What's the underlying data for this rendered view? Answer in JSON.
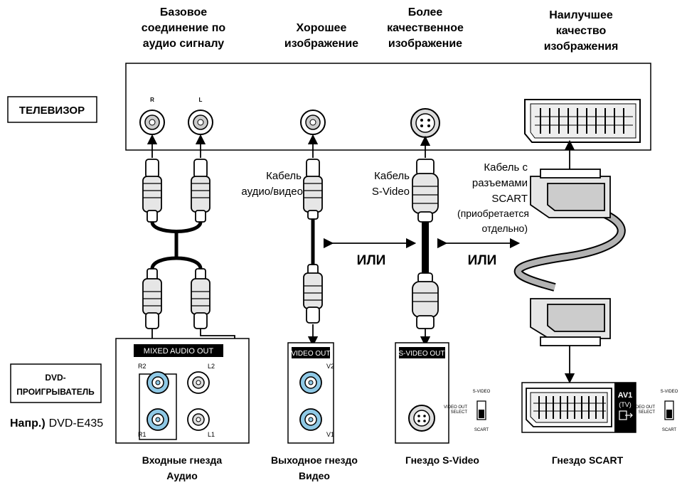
{
  "headers": {
    "audio": [
      "Базовое",
      "соединение по",
      "аудио сигналу"
    ],
    "video": [
      "Хорошее",
      "изображение"
    ],
    "svideo": [
      "Более",
      "качественное",
      "изображение"
    ],
    "scart": [
      "Наилучшее",
      "качество",
      "изображения"
    ]
  },
  "tv_label": "ТЕЛЕВИЗОР",
  "dvd_label": [
    "DVD-",
    "ПРОИГРЫВАТЕЛЬ"
  ],
  "example": {
    "prefix": "Напр.)",
    "model": "DVD-E435"
  },
  "tv_jacks": {
    "right": "R",
    "left": "L"
  },
  "cables": {
    "av": [
      "Кабель",
      "аудио/видео"
    ],
    "svideo": [
      "Кабель",
      "S-Video"
    ],
    "scart": [
      "Кабель с",
      "разъемами",
      "SCART",
      "(приобретается",
      "отдельно)"
    ]
  },
  "or_label": "ИЛИ",
  "panels": {
    "mixed_audio_out": "MIXED AUDIO OUT",
    "jack_r2": "R2",
    "jack_l2": "L2",
    "jack_r1": "R1",
    "jack_l1": "L1",
    "video_out": "VIDEO OUT",
    "jack_v2": "V2",
    "jack_v1": "V1",
    "svideo_out": "S-VIDEO OUT",
    "av1": "AV1",
    "av1_tv": "(TV)"
  },
  "switch": {
    "top": "S-VIDEO",
    "label": [
      "VIDEO OUT",
      "SELECT"
    ],
    "bottom": "SCART"
  },
  "captions": {
    "audio": [
      "Входные гнезда",
      "Аудио"
    ],
    "video": [
      "Выходное гнездо",
      "Видео"
    ],
    "svideo": "Гнездо S-Video",
    "scart": "Гнездо SCART"
  },
  "colors": {
    "jack_blue": "#8fc9e6",
    "cable_gray": "#9e9e9e",
    "line": "#000000"
  }
}
